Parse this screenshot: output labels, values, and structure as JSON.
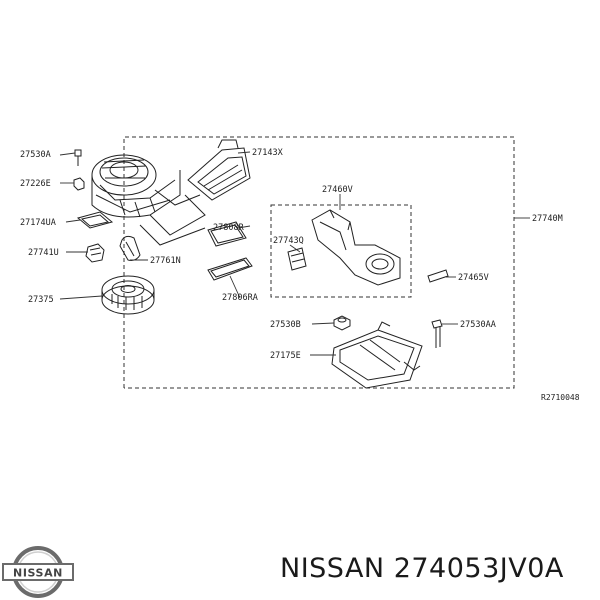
{
  "diagram": {
    "labels": {
      "27530A": "27530A",
      "27226E": "27226E",
      "27174UA": "27174UA",
      "27741U": "27741U",
      "27375": "27375",
      "27761N": "27761N",
      "27808R": "27808R",
      "27806RA": "27806RA",
      "27143X": "27143X",
      "27460V": "27460V",
      "27743Q": "27743Q",
      "27740M": "27740M",
      "27465V": "27465V",
      "27530B": "27530B",
      "27530AA": "27530AA",
      "27175E": "27175E"
    },
    "code": "R2710048"
  },
  "caption": {
    "text": "NISSAN 274053JV0A"
  },
  "logo": {
    "text": "NISSAN"
  }
}
